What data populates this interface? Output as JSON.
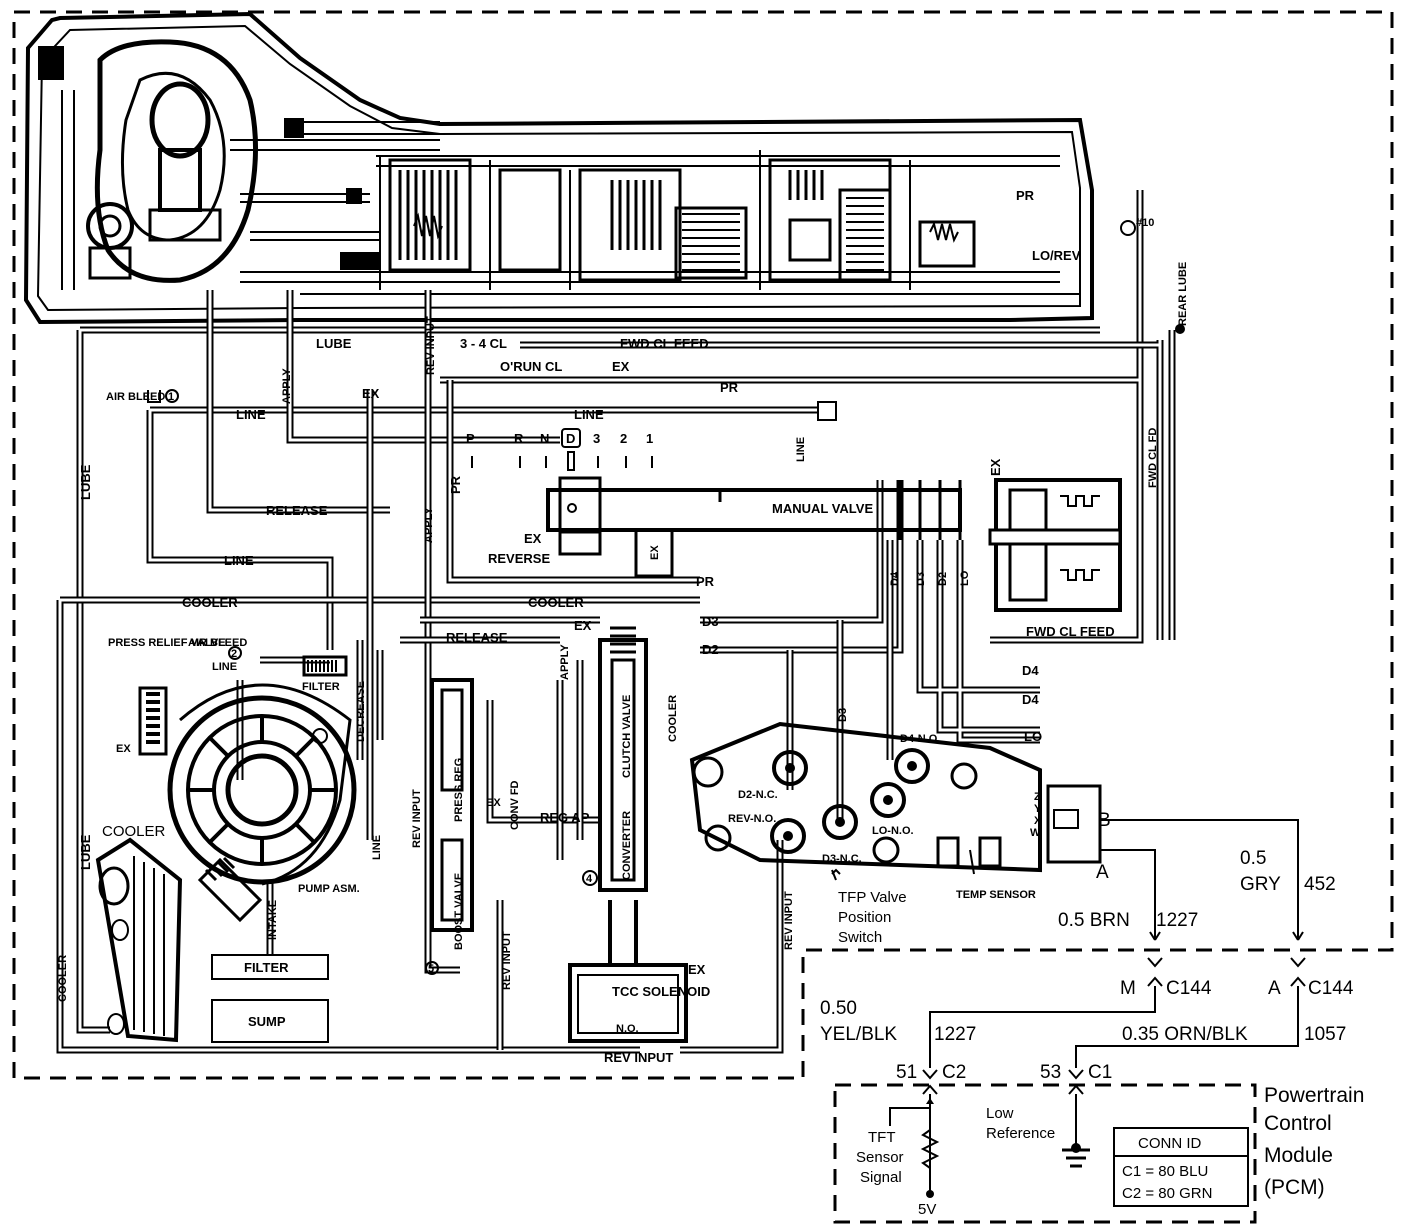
{
  "hydraulic": {
    "lube": "LUBE",
    "lube_vertical": "LUBE",
    "lube_lower": "LUBE",
    "apply": "APPLY",
    "rev_input": "REV INPUT",
    "cl_34": "3 - 4 CL",
    "orun_cl": "O'RUN CL",
    "ex": "EX",
    "fwd_cl_feed": "FWD CL FEED",
    "fwd_cl_feed_lower": "FWD CL FEED",
    "fwd_cl_fd": "FWD CL FD",
    "rear_lube": "REAR LUBE",
    "pr": "PR",
    "pr_top": "PR",
    "lo_rev": "LO/REV",
    "check_10": "#10",
    "air_bleed_top": "AIR BLEED",
    "air_bleed_1": "1",
    "line_top": "LINE",
    "line_top2": "LINE",
    "line_vertical": "LINE",
    "release": "RELEASE",
    "line_mid": "LINE",
    "cooler_top": "COOLER",
    "cooler_top2": "COOLER",
    "cooler_vertical": "COOLER",
    "cooler_label": "COOLER",
    "cooler_bottom": "COOLER",
    "press_relief_valve": "PRESS RELIEF VALVE",
    "air_bleed_2": "AIR BLEED",
    "air_bleed_2_num": "2",
    "line_lower": "LINE",
    "filter_small": "FILTER",
    "decrease": "DECREASE",
    "release_lower": "RELEASE",
    "apply_lower": "APPLY",
    "pump_asm": "PUMP ASM.",
    "intake": "INTAKE",
    "filter": "FILTER",
    "sump": "SUMP",
    "line_bottom": "LINE",
    "rev_input_lower": "REV INPUT",
    "press_reg": "PRESS REG",
    "boost_valve": "BOOST VALVE",
    "conv_fd": "CONV FD",
    "reg_ap": "REG AP",
    "clutch_valve": "CLUTCH VALVE",
    "converter": "CONVERTER",
    "tcc_solenoid": "TCC SOLENOID",
    "no": "N.O.",
    "rev_input_bottom": "REV INPUT",
    "rev_input_bottom2": "REV INPUT",
    "rev_input_right": "REV INPUT",
    "check_4": "4",
    "check_5": "5",
    "manual_valve": "MANUAL VALVE",
    "reverse": "REVERSE",
    "pr_lower": "PR",
    "gears": [
      "P",
      "R",
      "N",
      "D",
      "3",
      "2",
      "1"
    ],
    "d4": "D4",
    "d3": "D3",
    "d2": "D2",
    "lo": "LO",
    "d3_left": "D3",
    "d2_left": "D2",
    "d4_right1": "D4",
    "d4_right2": "D4",
    "lo_right": "LO",
    "d3_vertical": "D3",
    "d4_no": "D4-N.O.",
    "d2_nc": "D2-N.C.",
    "rev_no": "REV-N.O.",
    "d3_nc": "D3-N.C.",
    "lo_no": "LO-N.O.",
    "temp_sensor": "TEMP SENSOR",
    "tfp_switch": [
      "TFP Valve",
      "Position",
      "Switch"
    ],
    "pin_z": "Z",
    "pin_y": "Y",
    "pin_x": "X",
    "pin_w": "W"
  },
  "electrical": {
    "pin_b": "B",
    "pin_a": "A",
    "wire_gry_gauge": "0.5",
    "wire_gry": "GRY",
    "wire_gry_circuit": "452",
    "wire_brn": "0.5 BRN",
    "wire_brn_circuit": "1227",
    "conn_m": "M",
    "conn_c144_m": "C144",
    "conn_a": "A",
    "conn_c144_a": "C144",
    "wire_yel_gauge": "0.50",
    "wire_yel": "YEL/BLK",
    "wire_yel_circuit": "1227",
    "wire_orn": "0.35 ORN/BLK",
    "wire_orn_circuit": "1057",
    "pin_51": "51",
    "conn_c2": "C2",
    "pin_53": "53",
    "conn_c1": "C1",
    "tft_signal": [
      "TFT",
      "Sensor",
      "Signal"
    ],
    "low_reference": [
      "Low",
      "Reference"
    ],
    "v5": "5V",
    "pcm": [
      "Powertrain",
      "Control",
      "Module",
      "(PCM)"
    ],
    "conn_id_title": "CONN ID",
    "conn_id_c1": "C1 = 80 BLU",
    "conn_id_c2": "C2 = 80 GRN"
  }
}
